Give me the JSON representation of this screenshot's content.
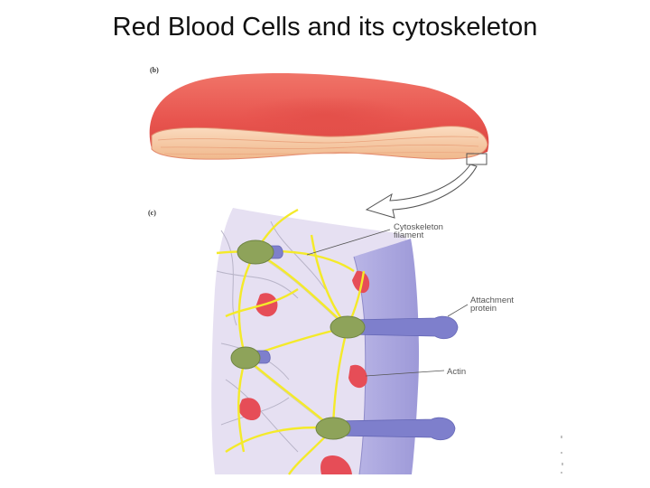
{
  "slide": {
    "title": "Red Blood Cells and its cytoskeleton"
  },
  "figure": {
    "panel_b": "(b)",
    "panel_c": "(c)",
    "labels": {
      "cytoskeleton_line1": "Cytoskeleton",
      "cytoskeleton_line2": "filament",
      "attachment_line1": "Attachment",
      "attachment_line2": "protein",
      "actin": "Actin"
    },
    "colors": {
      "cell_red": "#e8554f",
      "cell_inner": "#f6c9a4",
      "membrane_lavender": "#e6e0f2",
      "membrane_band": "#aaa6df",
      "filament_yellow": "#f4ea2a",
      "node_green": "#8ea35a",
      "protein_blue": "#7e7fcc",
      "actin_red": "#e64d57"
    }
  }
}
